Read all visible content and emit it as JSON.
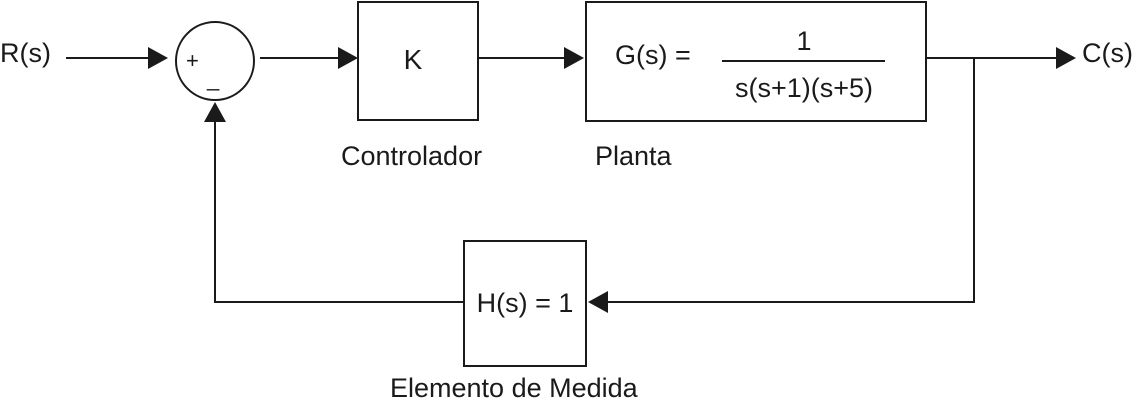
{
  "signals": {
    "input": "R(s)",
    "output": "C(s)"
  },
  "summing_junction": {
    "plus": "+",
    "minus": "_"
  },
  "controller": {
    "symbol": "K",
    "caption": "Controlador"
  },
  "plant": {
    "lhs": "G(s) =",
    "numerator": "1",
    "denominator": "s(s+1)(s+5)",
    "caption": "Planta"
  },
  "feedback": {
    "expression": "H(s) = 1",
    "caption": "Elemento de Medida"
  }
}
